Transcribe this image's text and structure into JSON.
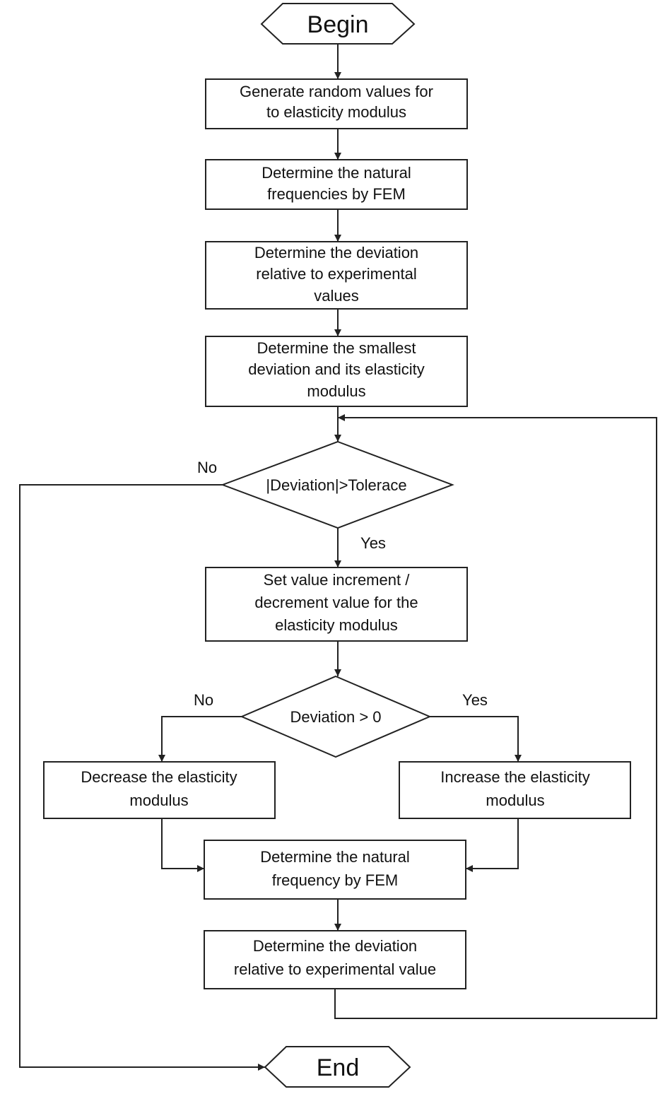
{
  "diagram": {
    "begin": "Begin",
    "end": "End",
    "step1": [
      "Generate random values for",
      "to elasticity modulus"
    ],
    "step2": [
      "Determine the natural",
      "frequencies by FEM"
    ],
    "step3": [
      "Determine the deviation",
      "relative to experimental",
      "values"
    ],
    "step4": [
      "Determine the smallest",
      "deviation and its elasticity",
      "modulus"
    ],
    "decision1": "|Deviation|>Tolerace",
    "decision1_no": "No",
    "decision1_yes": "Yes",
    "step5": [
      "Set value increment /",
      "decrement value for the",
      "elasticity modulus"
    ],
    "decision2": "Deviation > 0",
    "decision2_no": "No",
    "decision2_yes": "Yes",
    "decrease": [
      "Decrease the elasticity",
      "modulus"
    ],
    "increase": [
      "Increase the elasticity",
      "modulus"
    ],
    "step6": [
      "Determine the natural",
      "frequency by FEM"
    ],
    "step7": [
      "Determine the deviation",
      "relative to experimental value"
    ]
  }
}
